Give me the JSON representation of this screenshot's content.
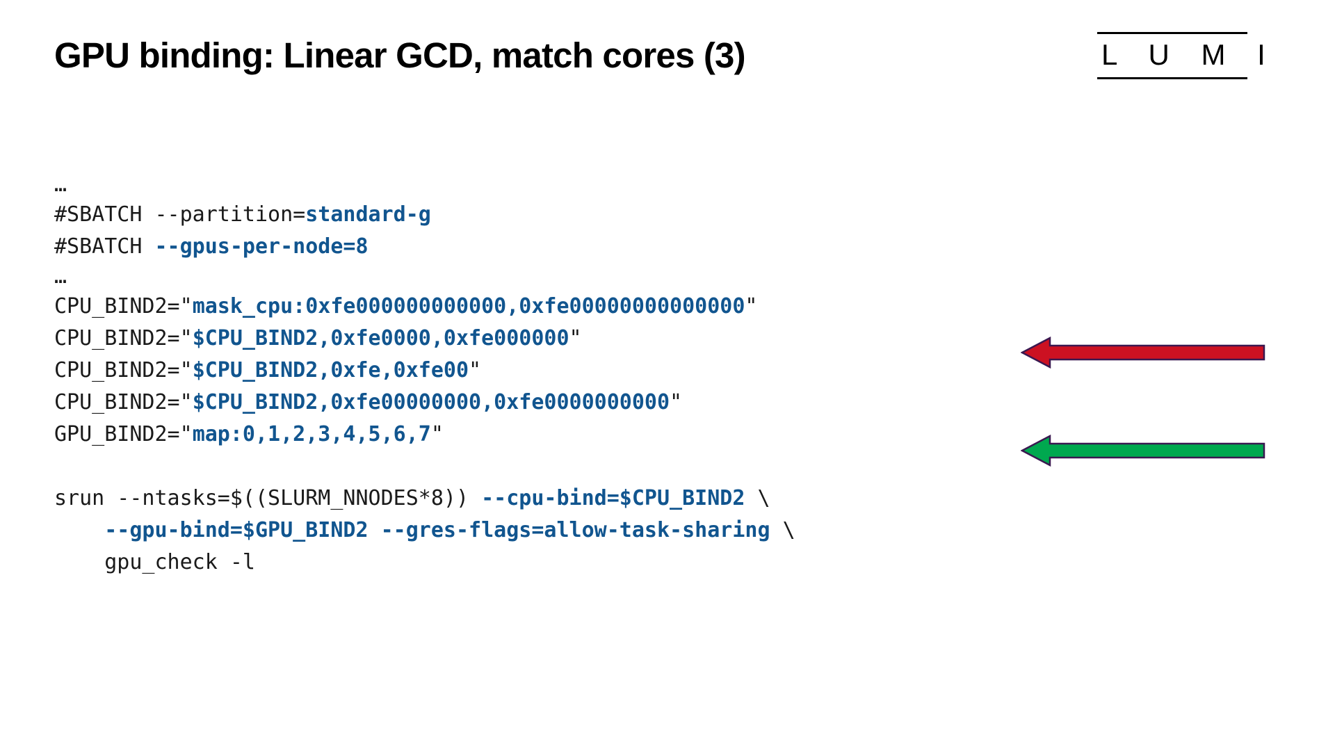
{
  "slide": {
    "title": "GPU binding: Linear GCD, match cores (3)",
    "logo": {
      "name": "LUMI",
      "letters": "L U M I"
    }
  },
  "code": {
    "language": "bash",
    "colors": {
      "plain": "#1a1a1a",
      "value": "#11558f"
    },
    "lines": [
      {
        "id": "l1",
        "type": "ellipsis",
        "segments": [
          {
            "text": "…",
            "style": "plain"
          }
        ]
      },
      {
        "id": "l2",
        "type": "code",
        "segments": [
          {
            "text": "#SBATCH --partition=",
            "style": "plain"
          },
          {
            "text": "standard-g",
            "style": "value"
          }
        ]
      },
      {
        "id": "l3",
        "type": "code",
        "segments": [
          {
            "text": "#SBATCH ",
            "style": "plain"
          },
          {
            "text": "--gpus-per-node=8",
            "style": "value"
          }
        ]
      },
      {
        "id": "l4",
        "type": "ellipsis",
        "segments": [
          {
            "text": "…",
            "style": "plain"
          }
        ]
      },
      {
        "id": "l5",
        "type": "code",
        "segments": [
          {
            "text": "CPU_BIND2=\"",
            "style": "plain"
          },
          {
            "text": "mask_cpu:0xfe000000000000,0xfe00000000000000",
            "style": "value"
          },
          {
            "text": "\"",
            "style": "plain"
          }
        ]
      },
      {
        "id": "l6",
        "type": "code",
        "segments": [
          {
            "text": "CPU_BIND2=\"",
            "style": "plain"
          },
          {
            "text": "$CPU_BIND2,0xfe0000,0xfe000000",
            "style": "value"
          },
          {
            "text": "\"",
            "style": "plain"
          }
        ]
      },
      {
        "id": "l7",
        "type": "code",
        "segments": [
          {
            "text": "CPU_BIND2=\"",
            "style": "plain"
          },
          {
            "text": "$CPU_BIND2,0xfe,0xfe00",
            "style": "value"
          },
          {
            "text": "\"",
            "style": "plain"
          }
        ]
      },
      {
        "id": "l8",
        "type": "code",
        "segments": [
          {
            "text": "CPU_BIND2=\"",
            "style": "plain"
          },
          {
            "text": "$CPU_BIND2,0xfe00000000,0xfe0000000000",
            "style": "value"
          },
          {
            "text": "\"",
            "style": "plain"
          }
        ]
      },
      {
        "id": "l9",
        "type": "code",
        "segments": [
          {
            "text": "GPU_BIND2=\"",
            "style": "plain"
          },
          {
            "text": "map:0,1,2,3,4,5,6,7",
            "style": "value"
          },
          {
            "text": "\"",
            "style": "plain"
          }
        ]
      },
      {
        "id": "l10",
        "type": "blank",
        "segments": []
      },
      {
        "id": "l11",
        "type": "code",
        "segments": [
          {
            "text": "srun --ntasks=$((SLURM_NNODES*8)) ",
            "style": "plain"
          },
          {
            "text": "--cpu-bind=$CPU_BIND2",
            "style": "value"
          },
          {
            "text": " \\",
            "style": "plain"
          }
        ]
      },
      {
        "id": "l12",
        "type": "code",
        "segments": [
          {
            "text": "    ",
            "style": "plain"
          },
          {
            "text": "--gpu-bind=$GPU_BIND2 --gres-flags=allow-task-sharing",
            "style": "value"
          },
          {
            "text": " \\",
            "style": "plain"
          }
        ]
      },
      {
        "id": "l13",
        "type": "code",
        "segments": [
          {
            "text": "    gpu_check -l",
            "style": "plain"
          }
        ]
      }
    ]
  },
  "annotations": {
    "arrows": [
      {
        "id": "arrow-red",
        "direction": "left",
        "fill": "#cc1122",
        "stroke": "#3a1850",
        "label": "cpu-bind annotation arrow"
      },
      {
        "id": "arrow-green",
        "direction": "left",
        "fill": "#00a84f",
        "stroke": "#3a1850",
        "label": "gpu-bind annotation arrow"
      }
    ]
  }
}
